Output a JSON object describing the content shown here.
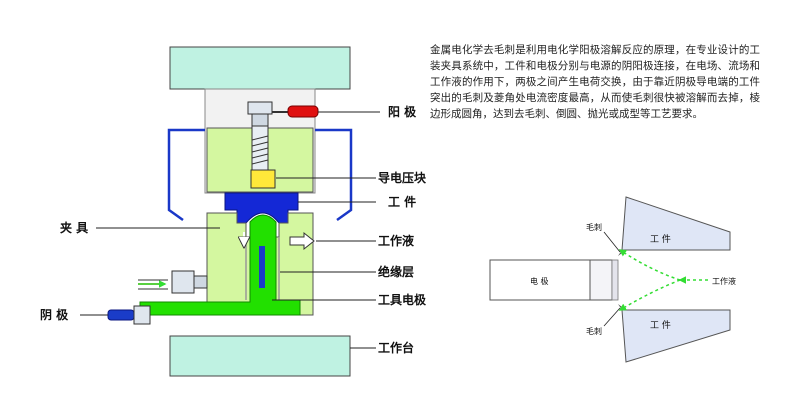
{
  "description": "金属电化学去毛刺是利用电化学阳极溶解反应的原理，在专业设计的工装夹具系统中，工件和电极分别与电源的阴阳极连接，在电场、流场和工作液的作用下，两极之间产生电荷交换，由于靠近阴极导电端的工件突出的毛刺及菱角处电流密度最高，从而使毛刺很快被溶解而去掉，棱边形成圆角，达到去毛刺、倒圆、抛光或成型等工艺要求。",
  "left_diagram": {
    "labels": {
      "anode": "阳 极",
      "conductive_block": "导电压块",
      "workpiece": "工 件",
      "fixture": "夹 具",
      "electrolyte": "工作液",
      "insulation": "绝缘层",
      "tool_electrode": "工具电极",
      "cathode": "阴 极",
      "worktable": "工作台"
    },
    "colors": {
      "fixture_green": "#d4f7a0",
      "base_cyan": "#bff2e2",
      "workpiece_blue": "#1428d6",
      "electrode_green": "#22e000",
      "conductive_yellow": "#ffe83a",
      "handle_red": "#e01010",
      "cathode_blue": "#1a3cc8"
    }
  },
  "right_diagram": {
    "labels": {
      "electrode": "电 极",
      "burr_top": "毛刺",
      "burr_bottom": "毛刺",
      "workpiece_top": "工 件",
      "workpiece_bottom": "工 件",
      "electrolyte": "工作液"
    }
  }
}
